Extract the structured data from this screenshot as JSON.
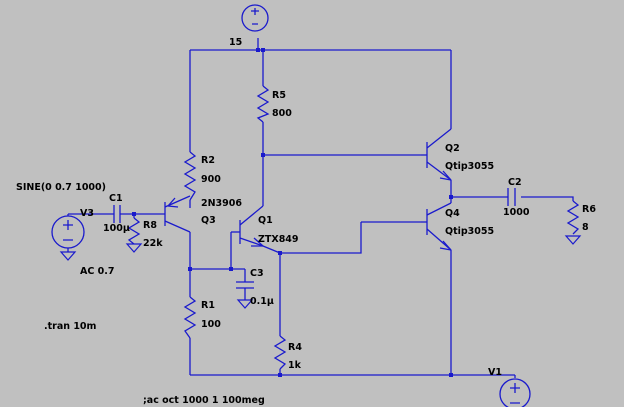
{
  "schematic": {
    "supply_top_value": "15",
    "R5": {
      "name": "R5",
      "value": "800"
    },
    "R2": {
      "name": "R2",
      "value": "900"
    },
    "R1": {
      "name": "R1",
      "value": "100"
    },
    "R4": {
      "name": "R4",
      "value": "1k"
    },
    "R8": {
      "name": "R8",
      "value": "22k"
    },
    "R6": {
      "name": "R6",
      "value": "8"
    },
    "C1": {
      "name": "C1",
      "value": "100µ"
    },
    "C2": {
      "name": "C2",
      "value": "1000"
    },
    "C3": {
      "name": "C3",
      "value": "0.1µ"
    },
    "Q1": {
      "name": "Q1",
      "model": "ZTX849"
    },
    "Q2": {
      "name": "Q2",
      "model": "Qtip3055"
    },
    "Q3": {
      "name": "Q3",
      "model": "2N3906"
    },
    "Q4": {
      "name": "Q4",
      "model": "Qtip3055"
    },
    "V1": {
      "name": "V1"
    },
    "V3": {
      "name": "V3",
      "source": "SINE(0 0.7 1000)",
      "ac": "AC 0.7"
    },
    "directives": {
      "tran": ".tran 10m",
      "ac": ";ac oct 1000 1 100meg"
    }
  },
  "colors": {
    "background": "#c0c0c0",
    "wire": "#1a1acc",
    "text": "#000000"
  }
}
